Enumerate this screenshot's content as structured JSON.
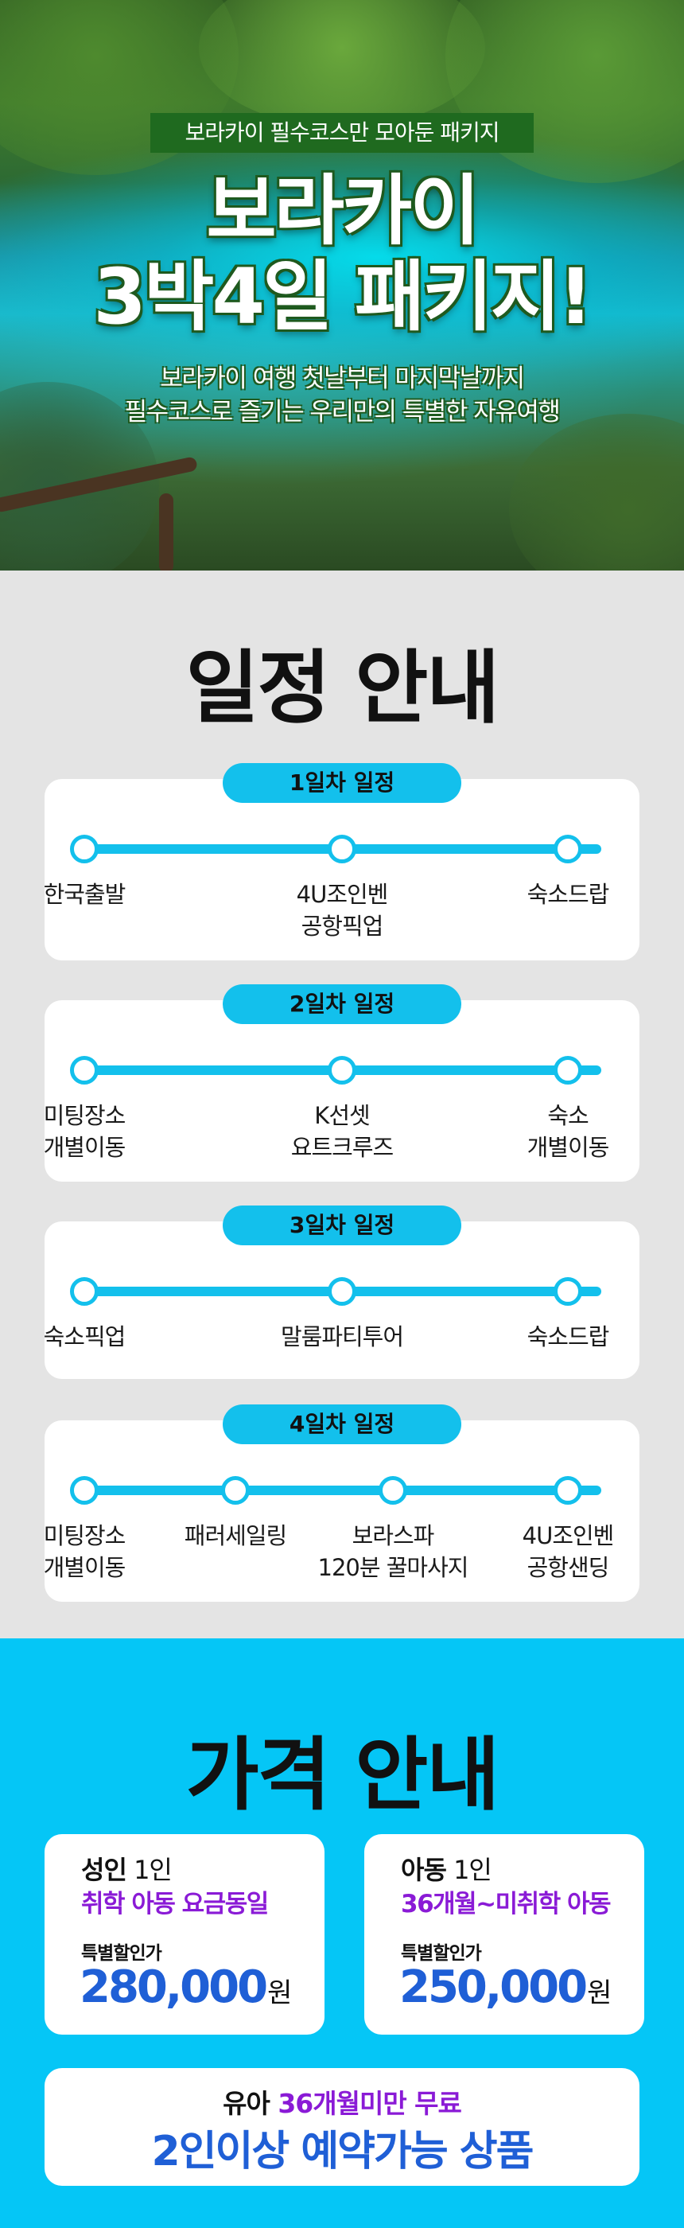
{
  "hero": {
    "tag": "보라카이 필수코스만 모아둔 패키지",
    "title_line1": "보라카이",
    "title_line2": "3박4일 패키지!",
    "subtitle_line1": "보라카이 여행 첫날부터 마지막날까지",
    "subtitle_line2": "필수코스로 즐기는 우리만의 특별한 자유여행"
  },
  "schedule": {
    "title": "일정 안내",
    "days": [
      {
        "label": "1일차 일정",
        "stops": [
          "한국출발",
          "4U조인벤\n공항픽업",
          "숙소드랍"
        ]
      },
      {
        "label": "2일차 일정",
        "stops": [
          "미팅장소\n개별이동",
          "K선셋\n요트크루즈",
          "숙소\n개별이동"
        ]
      },
      {
        "label": "3일차 일정",
        "stops": [
          "숙소픽업",
          "말룸파티투어",
          "숙소드랍"
        ]
      },
      {
        "label": "4일차 일정",
        "stops": [
          "미팅장소\n개별이동",
          "패러세일링",
          "보라스파\n120분 꿀마사지",
          "4U조인벤\n공항샌딩"
        ]
      }
    ]
  },
  "price": {
    "title": "가격 안내",
    "adult": {
      "name": "성인",
      "count": "1인",
      "condition": "취학 아동 요금동일",
      "label": "특별할인가",
      "amount": "280,000",
      "unit": "원"
    },
    "child": {
      "name": "아동",
      "count": "1인",
      "condition": "36개월~미취학 아동",
      "label": "특별할인가",
      "amount": "250,000",
      "unit": "원"
    },
    "infant": {
      "prefix": "유아",
      "highlight": "36개월미만 무료",
      "note": "2인이상 예약가능 상품"
    }
  },
  "colors": {
    "accent": "#13c0ec",
    "price_bg": "#05c6f6",
    "purple": "#8a1ad6",
    "price_blue": "#1f5fd6",
    "schedule_bg": "#e4e4e4"
  }
}
